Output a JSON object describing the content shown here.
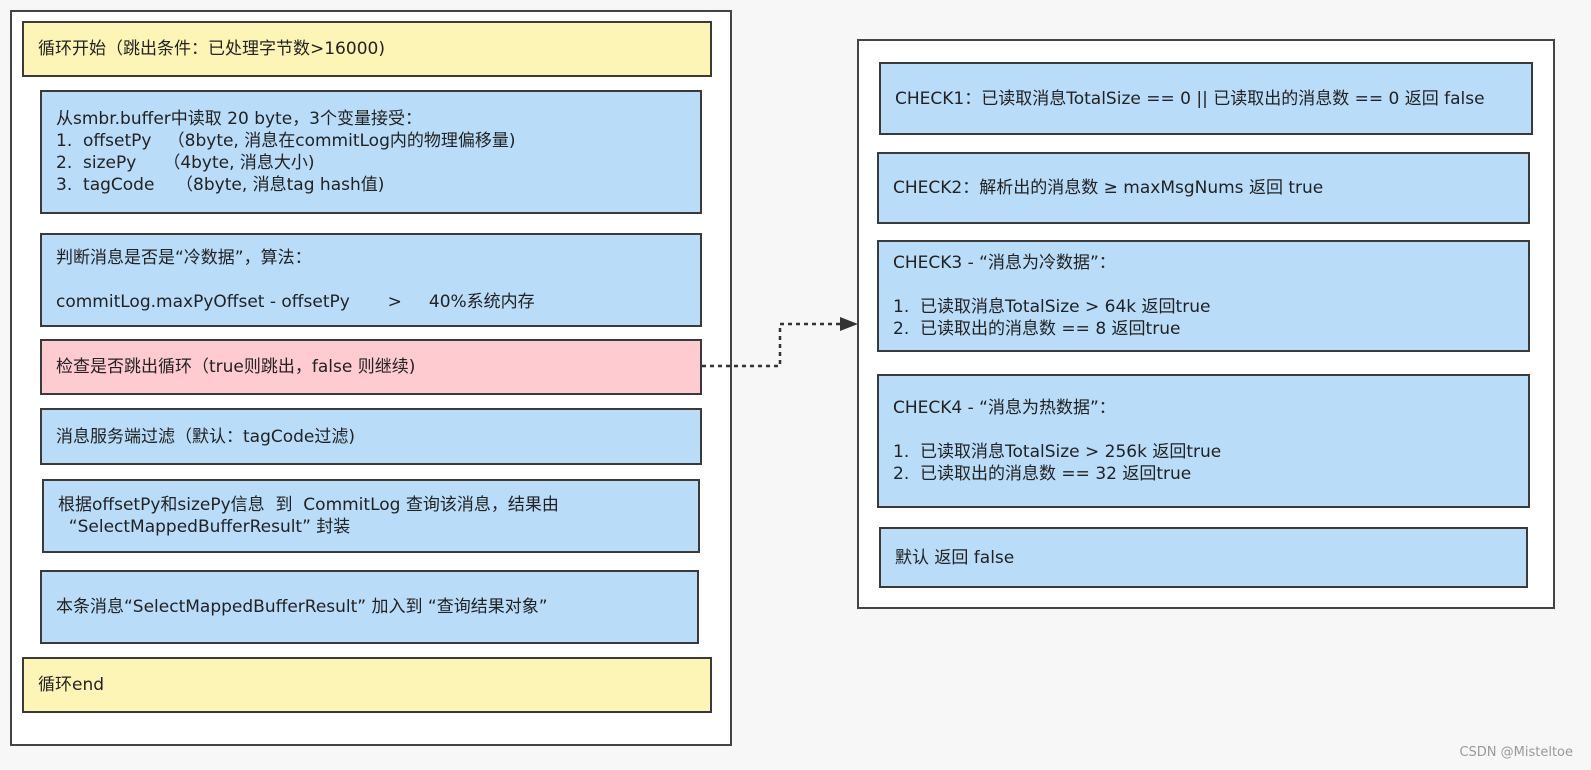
{
  "left_panel": {
    "loop_start": "循环开始（跳出条件：已处理字节数>16000)",
    "read_buffer": [
      "从smbr.buffer中读取 20 byte，3个变量接受：",
      "1.  offsetPy   （8byte, 消息在commitLog内的物理偏移量)",
      "2.  sizePy     （4byte, 消息大小)",
      "3.  tagCode    （8byte, 消息tag hash值)"
    ],
    "cold_check": [
      "判断消息是否是“冷数据”，算法：",
      "",
      "commitLog.maxPyOffset - offsetPy       >     40%系统内存"
    ],
    "exit_check": "检查是否跳出循环（true则跳出，false 则继续)",
    "server_filter": "消息服务端过滤（默认：tagCode过滤)",
    "lookup": [
      "根据offsetPy和sizePy信息  到  CommitLog 查询该消息，结果由",
      "  “SelectMappedBufferResult” 封装"
    ],
    "add_result": "本条消息“SelectMappedBufferResult” 加入到 “查询结果对象”",
    "loop_end": "循环end"
  },
  "right_panel": {
    "check1": "CHECK1：已读取消息TotalSize == 0 || 已读取出的消息数 == 0 返回 false",
    "check2": "CHECK2：解析出的消息数 ≥ maxMsgNums 返回 true",
    "check3": [
      "CHECK3 - “消息为冷数据”：",
      "",
      "1.  已读取消息TotalSize > 64k 返回true",
      "2.  已读取出的消息数 == 8 返回true"
    ],
    "check4": [
      "CHECK4 - “消息为热数据”：",
      "",
      "1.  已读取消息TotalSize > 256k 返回true",
      "2.  已读取出的消息数 == 32 返回true"
    ],
    "default": "默认 返回 false"
  },
  "watermark": "CSDN @Misteltoe",
  "colors": {
    "yellow": "#fcf5b5",
    "blue": "#b9dcf8",
    "pink": "#fdcbd0",
    "border": "#3a3a3a"
  }
}
